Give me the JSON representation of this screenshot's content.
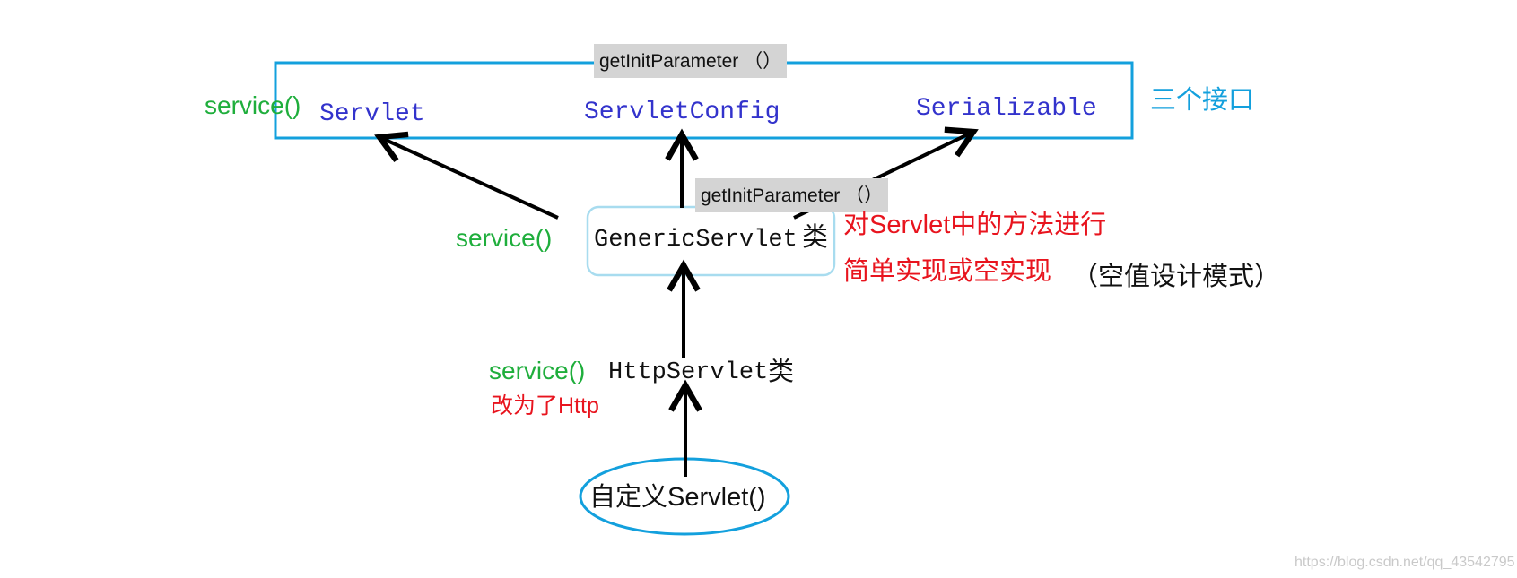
{
  "interfaces_label": "三个接口",
  "interfaces": {
    "servlet": "Servlet",
    "servlet_config": "ServletConfig",
    "serializable": "Serializable"
  },
  "tags": {
    "top": "getInitParameter （）",
    "middle": "getInitParameter （）"
  },
  "service_labels": {
    "interfaces": "service()",
    "generic": "service()",
    "http": "service()"
  },
  "generic": {
    "class_name": "GenericServlet",
    "suffix": "类",
    "note_line1": "对Servlet中的方法进行",
    "note_line2": "简单实现或空实现",
    "note_pattern": "（空值设计模式）"
  },
  "http": {
    "class_name": "HttpServlet",
    "suffix": "类",
    "note": "改为了Http"
  },
  "custom": {
    "label": "自定义Servlet()"
  },
  "watermark": "https://blog.csdn.net/qq_43542795",
  "colors": {
    "interface_box": "#13a0dd",
    "generic_box": "#a8dcef",
    "ellipse": "#13a0dd",
    "arrow": "#000000",
    "interface_text": "#3333cc",
    "service_text": "#1fae3c",
    "note_text": "#e8141e"
  }
}
